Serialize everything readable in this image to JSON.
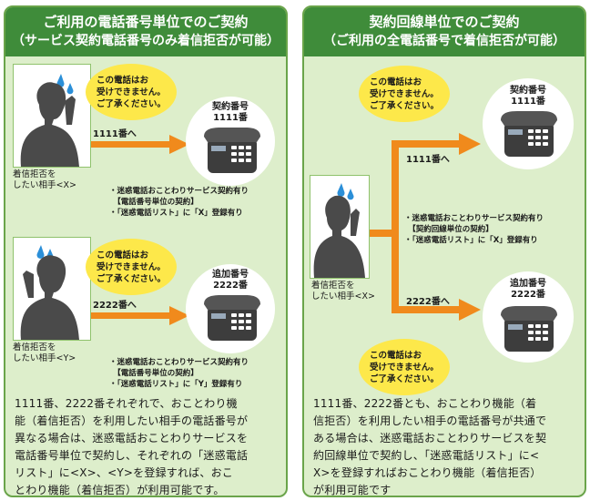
{
  "left_panel": {
    "title_line1": "ご利用の電話番号単位でのご契約",
    "title_line2": "（サービス契約電話番号のみ着信拒否が可能）",
    "scene1": {
      "bubble": "この電話はお\n受けできません。\nご了承ください。",
      "phone_label": "契約番号\n1111番",
      "call_label": "1111番へ",
      "person_label": "着信拒否を\nしたい相手<X>",
      "notes": "・迷惑電話おことわりサービス契約有り\n　【電話番号単位の契約】\n・「迷惑電話リスト」に「X」登録有り"
    },
    "scene2": {
      "bubble": "この電話はお\n受けできません。\nご了承ください。",
      "phone_label": "追加番号\n2222番",
      "call_label": "2222番へ",
      "person_label": "着信拒否を\nしたい相手<Y>",
      "notes": "・迷惑電話おことわりサービス契約有り\n　【電話番号単位の契約】\n・「迷惑電話リスト」に「Y」登録有り"
    },
    "description": "1111番、2222番それぞれで、おことわり機\n能（着信拒否）を利用したい相手の電話番号が\n異なる場合は、迷惑電話おことわりサービスを\n電話番号単位で契約し、それぞれの「迷惑電話\nリスト」に<X>、<Y>を登録すれば、おこ\nとわり機能（着信拒否）が利用可能です。"
  },
  "right_panel": {
    "title_line1": "契約回線単位でのご契約",
    "title_line2": "（ご利用の全電話番号で着信拒否が可能）",
    "bubble_top": "この電話はお\n受けできません。\nご了承ください。",
    "bubble_bottom": "この電話はお\n受けできません。\nご了承ください。",
    "phone1_label": "契約番号\n1111番",
    "phone2_label": "追加番号\n2222番",
    "call1_label": "1111番へ",
    "call2_label": "2222番へ",
    "person_label": "着信拒否を\nしたい相手<X>",
    "notes": "・迷惑電話おことわりサービス契約有り\n　【契約回線単位の契約】\n・「迷惑電話リスト」に「X」登録有り",
    "description": "1111番、2222番とも、おことわり機能（着\n信拒否）を利用したい相手の電話番号が共通で\nある場合は、迷惑電話おことわりサービスを契\n約回線単位で契約し、「迷惑電話リスト」に<\nX>を登録すればおことわり機能（着信拒否）\nが利用可能です"
  },
  "colors": {
    "panel_bg": "#ddeecb",
    "header_bg": "#3f8c3a",
    "arrow": "#f08a1c",
    "bubble": "#fde84a",
    "figure": "#4a4a4a",
    "sweat": "#2b8fd8"
  }
}
